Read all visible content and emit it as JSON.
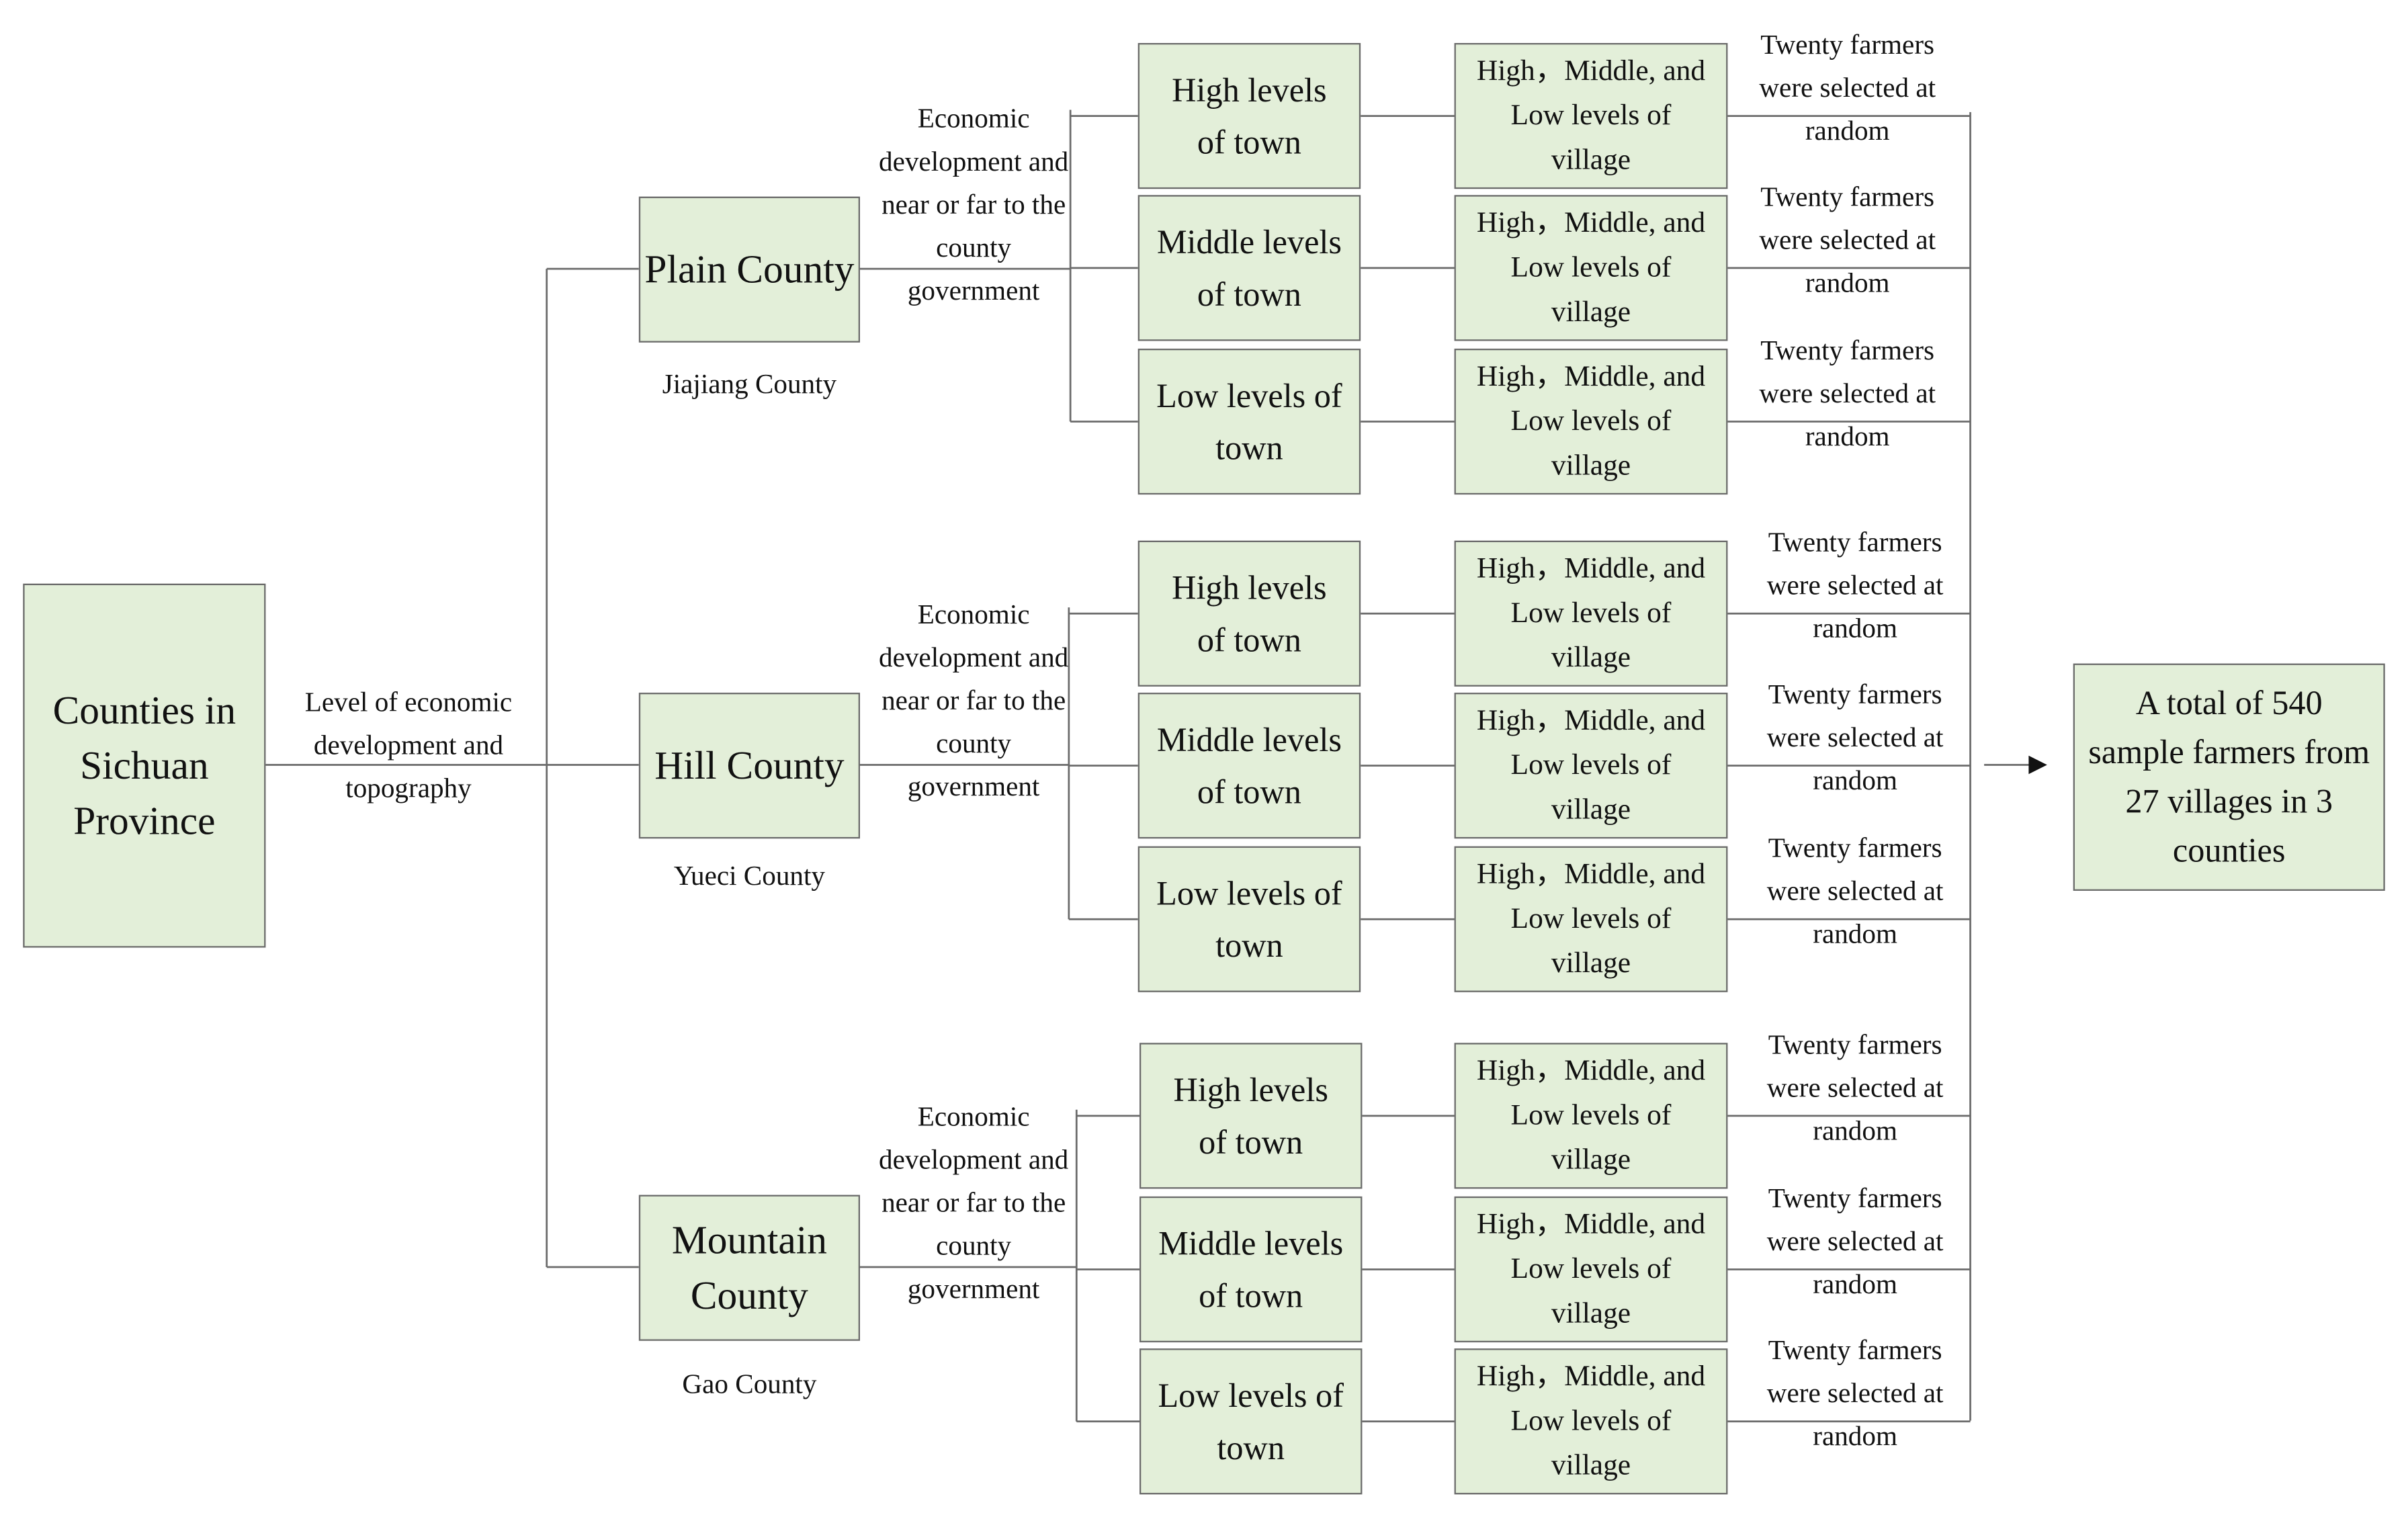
{
  "root": {
    "label": "Counties in Sichuan Province"
  },
  "root_edge_label": "Level of economic development and topography",
  "branch_label": "Economic development and near or far to the county government",
  "counties": [
    {
      "type": "Plain County",
      "name": "Jiajiang County"
    },
    {
      "type": "Hill County",
      "name": "Yueci County"
    },
    {
      "type": "Mountain County",
      "name": "Gao County"
    }
  ],
  "town_levels": [
    "High levels of town",
    "Middle levels of town",
    "Low levels of town"
  ],
  "village_label": "High，Middle, and Low levels of village",
  "farmer_note": "Twenty farmers were selected at random",
  "result": {
    "label": "A total of 540 sample farmers from 27 villages in 3 counties"
  }
}
